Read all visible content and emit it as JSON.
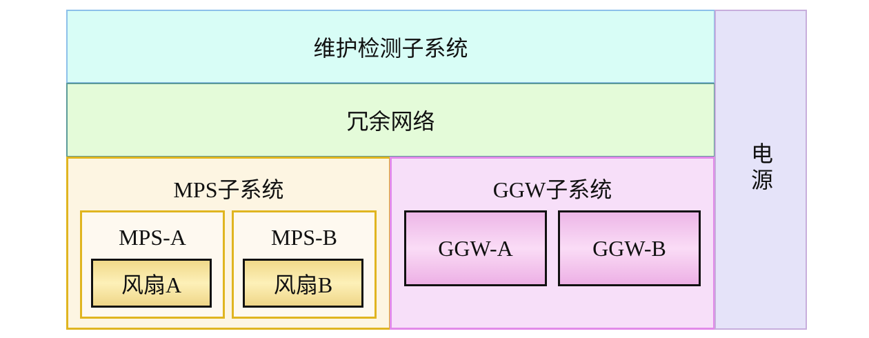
{
  "maintenance": "维护检测子系统",
  "network": "冗余网络",
  "power": "电源",
  "mps": {
    "title": "MPS子系统",
    "modules": [
      {
        "name": "MPS-A",
        "fan": "风扇A"
      },
      {
        "name": "MPS-B",
        "fan": "风扇B"
      }
    ]
  },
  "ggw": {
    "title": "GGW子系统",
    "modules": [
      "GGW-A",
      "GGW-B"
    ]
  }
}
